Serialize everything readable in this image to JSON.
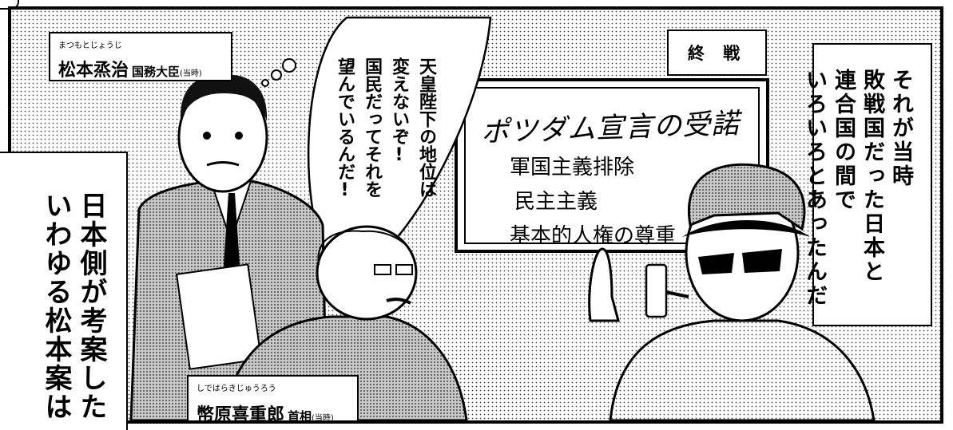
{
  "caption_left": {
    "lines": [
      "日本側が考案した",
      "いわゆる松本案は"
    ]
  },
  "caption_right": {
    "lines": [
      "それが当時",
      "敗戦国だった日本と",
      "連合国の間で",
      "いろいろとあったんだ"
    ]
  },
  "title_box": {
    "text": "終 戦"
  },
  "matsumoto": {
    "furigana": "まつもとじょうじ",
    "name": "松本烝治",
    "title": "国務大臣",
    "note": "(当時)"
  },
  "shidehara": {
    "furigana": "しではらきじゅうろう",
    "name": "幣原喜重郎",
    "title": "首相",
    "note": "(当時)"
  },
  "thought_bubble": {
    "lines": [
      "天皇陛下の地位は",
      "変えないぞ!",
      "国民だってそれを",
      "望んでいるんだ!"
    ]
  },
  "board": {
    "title": "ポツダム宣言の受諾",
    "items": [
      "軍国主義排除",
      "民主主義",
      "基本的人権の尊重"
    ]
  }
}
